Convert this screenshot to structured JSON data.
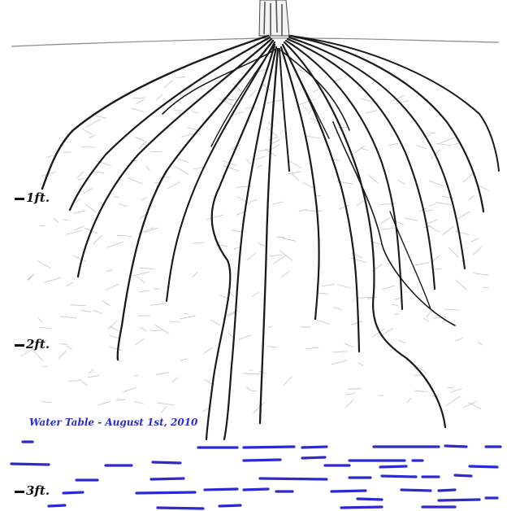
{
  "depth_markers": [
    {
      "label": "1ft."
    },
    {
      "label": "2ft."
    },
    {
      "label": "3ft."
    }
  ],
  "water_table": {
    "caption": "Water Table - August 1st, 2010",
    "color": "#2b2bd1"
  },
  "colors": {
    "root": "#1a1a1a",
    "rootlet": "#b9b9b9",
    "soil_line": "#8a8a8a"
  }
}
